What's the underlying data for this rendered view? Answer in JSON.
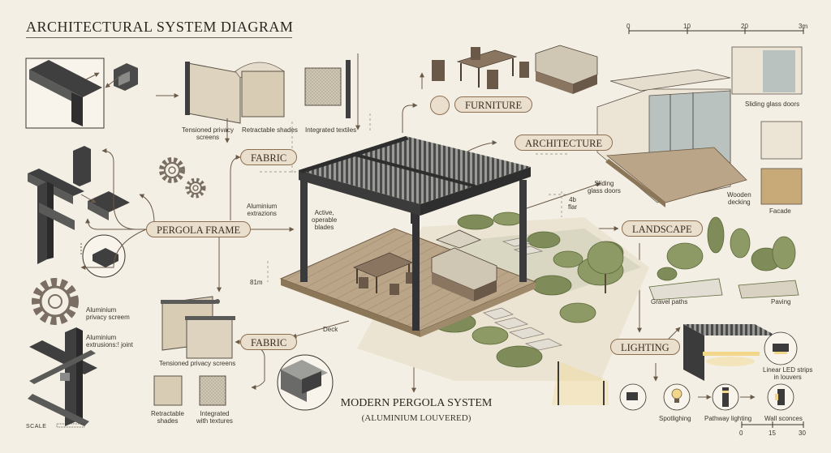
{
  "title": "ARCHITECTURAL SYSTEM DIAGRAM",
  "subtitle_main": "MODERN PERGOLA SYSTEM",
  "subtitle_sub": "(ALUMINIUM LOUVERED)",
  "scale_bar": {
    "ticks": [
      "0",
      "10",
      "20",
      "3m"
    ],
    "bottom_ticks": [
      "0",
      "15",
      "30"
    ],
    "label": "SCALE"
  },
  "nodes": {
    "pergola_frame": "PERGOLA FRAME",
    "fabric_top": "FABRIC",
    "fabric_bottom": "FABRIC",
    "furniture": "FURNITURE",
    "architecture": "ARCHITECTURE",
    "landscape": "LANDSCAPE",
    "lighting": "LIGHTING"
  },
  "labels": {
    "tensioned_privacy_screens_top": "Tensioned privacy\nscreens",
    "retractable_shades_top": "Retractable shades",
    "integrated_textiles": "Integrated textiles",
    "aluminium_extrazions": "Aluminium\nextrazions",
    "active_blades": "Active,\noperable\nblades",
    "dim_4b": "4b\nflar",
    "dim_81m": "81m",
    "deck": "Deck",
    "aluminium_privacy_screem": "Aluminium\nprivacy screem",
    "aluminium_joint": "Aluminium\nextrusions:! joint",
    "tensioned_privacy_screens_bottom": "Tensioned privacy screens",
    "retractable_shades_bottom": "Retractable\nshades",
    "integrated_with_textures": "Integrated\nwith textures",
    "sliding_glass_doors_top": "Sliding glass doors",
    "sliding_glass_doors_left": "Sliding\nglass doors",
    "wooden_decking": "Wooden\ndecking",
    "facade": "Facade",
    "gravel_paths": "Gravel paths",
    "paving": "Paving",
    "linear_led": "Linear LED strips\nin louvers",
    "spotlighing": "Spotlighing",
    "pathway_lighting": "Pathway lighting",
    "wall_sconces": "Wall sconces"
  },
  "colors": {
    "background": "#f4efe4",
    "frame": "#3b3b3b",
    "deck": "#b7a184",
    "fabric": "#ddd3bf",
    "foliage": "#7f8c5a",
    "node_fill": "#eadfcd",
    "node_stroke": "#8c6f50",
    "arrow": "#6a5a48",
    "light": "#f2d68a"
  },
  "icons": [
    "gear-icon",
    "bench-icon",
    "lightbulb-icon",
    "spotlight-icon",
    "bollard-icon",
    "wall-sconce-icon"
  ]
}
